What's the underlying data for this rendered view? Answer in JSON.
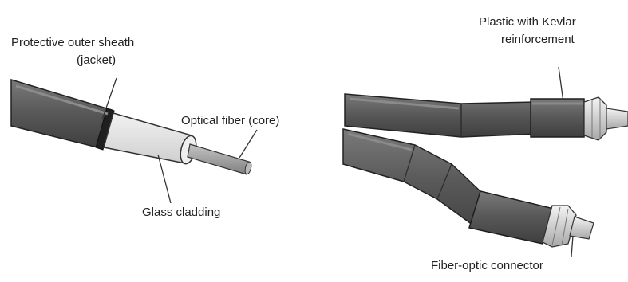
{
  "labels": {
    "jacket_line1": "Protective outer sheath",
    "jacket_line2": "(jacket)",
    "core": "Optical fiber (core)",
    "cladding": "Glass cladding",
    "kevlar_line1": "Plastic with Kevlar",
    "kevlar_line2": "reinforcement",
    "connector": "Fiber-optic connector"
  },
  "colors": {
    "jacket": "#5f5f5f",
    "jacket_dark": "#3a3a3a",
    "cladding": "#e4e4e4",
    "core": "#9a9a9a",
    "connector_light": "#d8d8d8",
    "leader": "#333333"
  }
}
